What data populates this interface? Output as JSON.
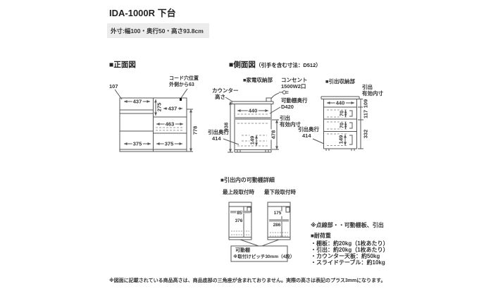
{
  "header": {
    "title": "IDA-1000R 下台",
    "outer_size": "外寸:幅100・奥行50・高さ93.8cm"
  },
  "front_view": {
    "title": "■正面図",
    "cord_hole": {
      "line1": "コード穴位置",
      "line2": "外側から63"
    },
    "dims": {
      "top_offset": "107",
      "drawer_top": "437",
      "niche_height": "275",
      "niche_width": "437",
      "slide_width": "463",
      "body_height": "778",
      "door_left": "375",
      "door_right": "375"
    }
  },
  "side_view": {
    "title": "■側面図",
    "title_note": "（引手を含む寸法：D512）",
    "appliance_section": {
      "title": "■家電収納部",
      "counter_label_line1": "カウンター",
      "counter_label_line2": "高さ",
      "outlet_line1": "コンセント",
      "outlet_line2": "1500W2口",
      "movable_shelf_line1": "可動棚奥行",
      "movable_shelf_line2": "D420",
      "inner_label_line1": "引出",
      "inner_label_line2": "有効内寸",
      "drawer_depth_label": "引出奥行",
      "drawer_depth_value": "414",
      "dims": {
        "counter_height": "938",
        "inner_depth": "440",
        "inner_height": "478",
        "drawer_inner": "149"
      }
    },
    "drawer_section": {
      "title": "■引出収納部",
      "inner_label_line1": "引出",
      "inner_label_line2": "有効内寸",
      "drawer_depth_label": "引出奥行",
      "drawer_depth_value": "414",
      "dims": {
        "inner_depth": "440",
        "drawer1": "70",
        "drawer2": "70",
        "drawer3": "149",
        "front1": "109",
        "front2": "117",
        "front3": "332"
      }
    }
  },
  "shelf_detail": {
    "title": "■引出内の可動棚詳細",
    "top_position": {
      "label": "最上段取付時",
      "upper": "85",
      "lower": "376"
    },
    "bottom_position": {
      "label": "最下段取付時",
      "upper": "175",
      "lower": "286"
    },
    "callout_line1": "可動棚",
    "callout_line2": "※取付けピッチ30mm（4段）"
  },
  "notes": {
    "dotted": "※点線部・・可動棚板、引出",
    "load_title": "■耐荷重",
    "load_items": [
      "・棚板：約20kg（1枚あたり）",
      "・引出：約20kg（1枚あたり）",
      "・カウンター天板：約50kg",
      "・スライドテーブル：約10kg"
    ]
  },
  "footer_note": "※図面に記載されている商品高さは、商品底部の三角座が含まれておりません。実際の高さは表記のプラス3mmになります。",
  "colors": {
    "line": "#555555",
    "shelf_band": "#a8a8a8",
    "subtitle_bg": "#ececec",
    "text": "#333333"
  }
}
